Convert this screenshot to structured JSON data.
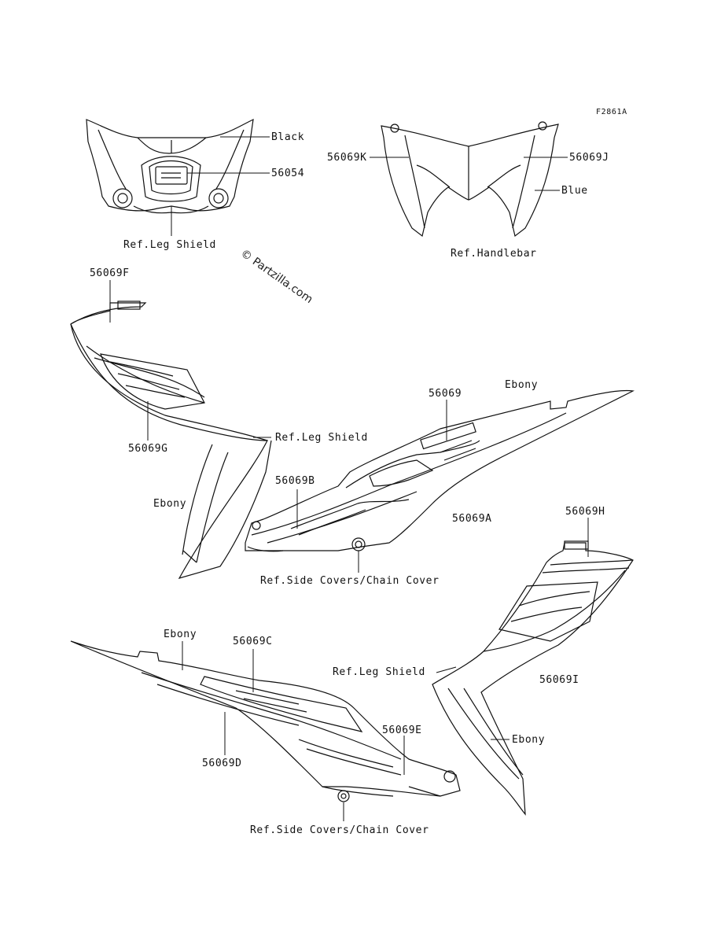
{
  "figure_code": "F2861A",
  "watermark": "© Partzilla.com",
  "footer": "",
  "labels": {
    "black": "Black",
    "p56054": "56054",
    "ref_leg_shield_top": "Ref.Leg Shield",
    "p56069K": "56069K",
    "p56069J": "56069J",
    "blue": "Blue",
    "ref_handlebar": "Ref.Handlebar",
    "p56069F": "56069F",
    "p56069G": "56069G",
    "ref_leg_shield_left": "Ref.Leg Shield",
    "ebony_left": "Ebony",
    "ebony_center": "Ebony",
    "p56069": "56069",
    "p56069B": "56069B",
    "p56069A": "56069A",
    "ref_side_covers_1": "Ref.Side Covers/Chain Cover",
    "p56069H": "56069H",
    "ref_leg_shield_right": "Ref.Leg Shield",
    "p56069I": "56069I",
    "ebony_right": "Ebony",
    "ebony_bottom": "Ebony",
    "p56069C": "56069C",
    "p56069D": "56069D",
    "p56069E": "56069E",
    "ref_side_covers_2": "Ref.Side Covers/Chain Cover"
  },
  "colors": {
    "ink": "#111111"
  }
}
